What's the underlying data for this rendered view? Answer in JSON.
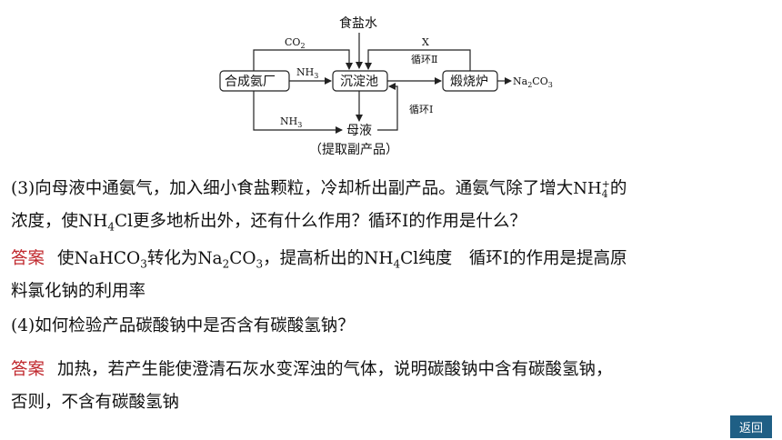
{
  "diagram": {
    "top_label": "食盐水",
    "box_ammonia_plant": "合成氨厂",
    "box_precip_tank": "沉淀池",
    "box_calciner": "煅烧炉",
    "product_na2co3_main": "Na",
    "product_na2co3_sub": "2",
    "product_na2co3_tail": "CO",
    "product_na2co3_sub2": "3",
    "co2_main": "CO",
    "co2_sub": "2",
    "nh3_upper_main": "NH",
    "nh3_upper_sub": "3",
    "nh3_lower_main": "NH",
    "nh3_lower_sub": "3",
    "x_label": "X",
    "cycle_2": "循环Ⅱ",
    "cycle_1": "循环Ⅰ",
    "mother_liquor": "母液",
    "byproduct_note": "（提取副产品）"
  },
  "q3": {
    "line1_a": "(3)向母液中通氨气，加入细小食盐颗粒，冷却析出副产品。通氨气除了增大",
    "ion_main": "NH",
    "ion_sub": "4",
    "ion_sup": "+",
    "line1_b": "的",
    "line2_a": "浓度，使NH",
    "line2_sub": "4",
    "line2_b": "Cl更多地析出外，还有什么作用？循环Ⅰ的作用是什么？"
  },
  "a3": {
    "label": "答案",
    "p1": "使NaHCO",
    "s1": "3",
    "p2": "转化为Na",
    "s2": "2",
    "p3": "CO",
    "s3": "3",
    "p4": "，提高析出的NH",
    "s4": "4",
    "p5": "Cl纯度　循环Ⅰ的作用是提高原",
    "line2": "料氯化钠的利用率"
  },
  "q4": {
    "text": "(4)如何检验产品碳酸钠中是否含有碳酸氢钠？"
  },
  "a4": {
    "label": "答案",
    "line1": "加热，若产生能使澄清石灰水变浑浊的气体，说明碳酸钠中含有碳酸氢钠，",
    "line2": "否则，不含有碳酸氢钠"
  },
  "nav": {
    "back_label": "返回"
  }
}
